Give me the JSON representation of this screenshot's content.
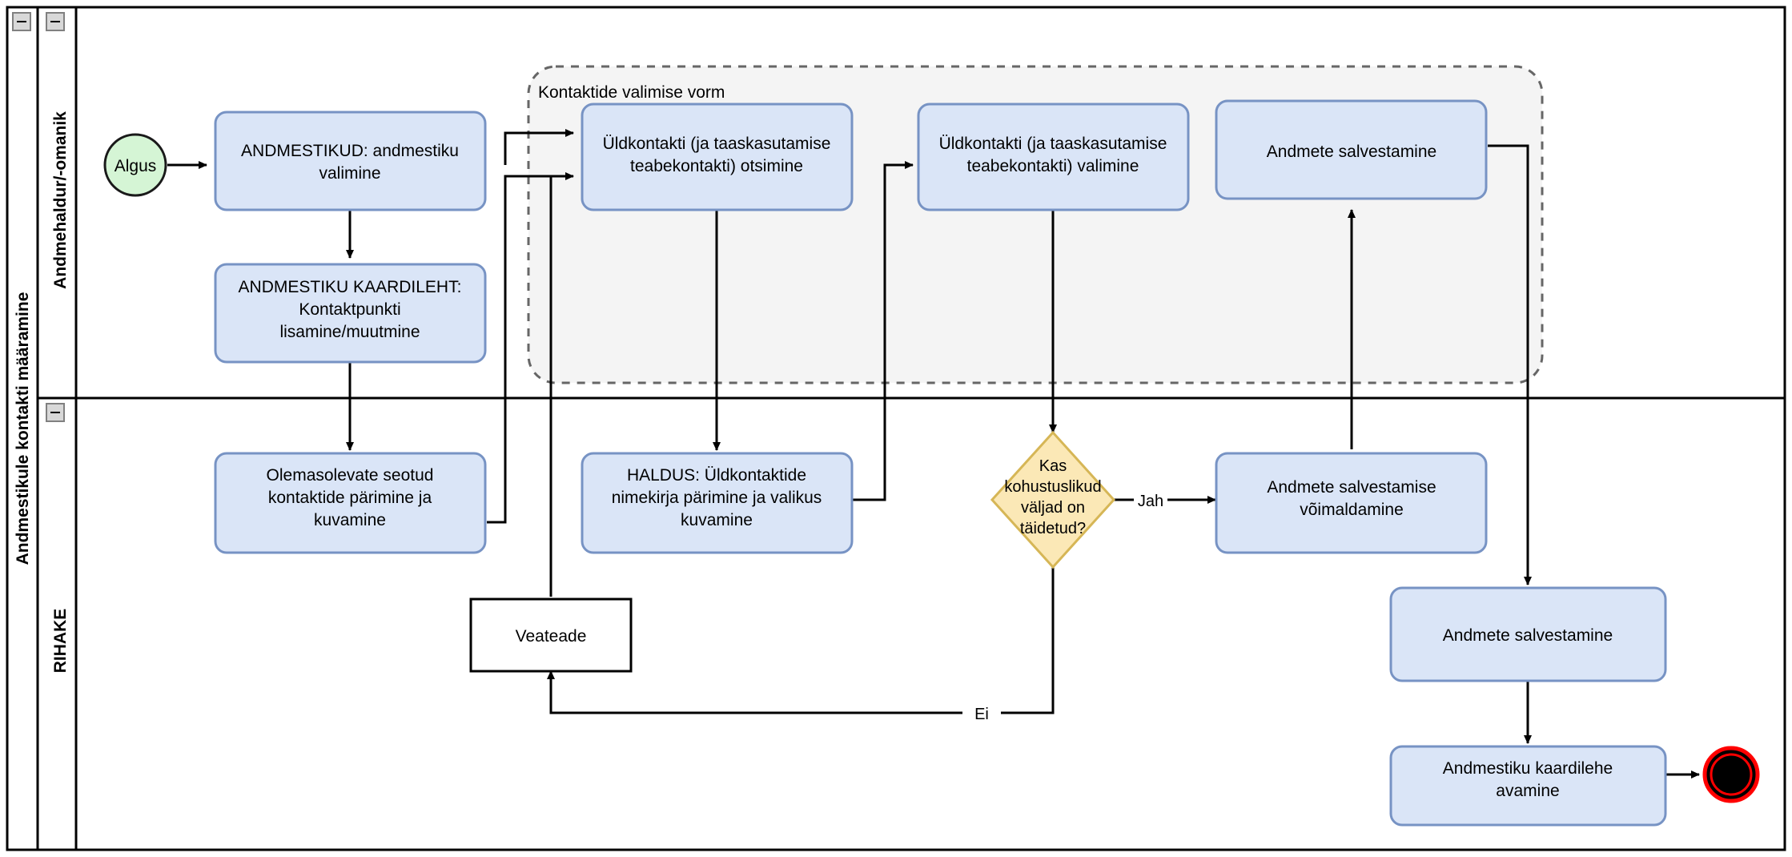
{
  "diagram": {
    "type": "bpmn-swimlane-flowchart",
    "pool_label": "Andmestikule kontakti määramine",
    "lanes": [
      {
        "id": "lane-top",
        "label": "Andmehaldur/-omanik",
        "collapse_icon": "minus-icon"
      },
      {
        "id": "lane-bottom",
        "label": "RIHAKE",
        "collapse_icon": "minus-icon"
      }
    ],
    "pool_collapse_icon": "minus-icon",
    "group": {
      "label": "Kontaktide valimise vorm",
      "style": "dashed-rounded",
      "fill": "#f4f4f4",
      "stroke": "#666666"
    },
    "start_event": {
      "label": "Algus",
      "fill": "#d5f5d5",
      "stroke": "#1a1a1a"
    },
    "end_event": {
      "label": "",
      "fill": "#000000",
      "stroke": "#ff0000"
    },
    "tasks": [
      {
        "id": "t1",
        "lane": "lane-top",
        "lines": [
          "ANDMESTIKUD: andmestiku",
          "valimine"
        ]
      },
      {
        "id": "t2",
        "lane": "lane-top",
        "lines": [
          "ANDMESTIKU KAARDILEHT:",
          "Kontaktpunkti",
          "lisamine/muutmine"
        ]
      },
      {
        "id": "t3",
        "lane": "lane-top",
        "lines": [
          "Üldkontakti (ja taaskasutamise",
          "teabekontakti) otsimine"
        ]
      },
      {
        "id": "t4",
        "lane": "lane-top",
        "lines": [
          "Üldkontakti (ja taaskasutamise",
          "teabekontakti) valimine"
        ]
      },
      {
        "id": "t5",
        "lane": "lane-top",
        "lines": [
          "Andmete salvestamine"
        ]
      },
      {
        "id": "t6",
        "lane": "lane-bottom",
        "lines": [
          "Olemasolevate seotud",
          "kontaktide pärimine ja",
          "kuvamine"
        ]
      },
      {
        "id": "t7",
        "lane": "lane-bottom",
        "lines": [
          "HALDUS: Üldkontaktide",
          "nimekirja pärimine ja valikus",
          "kuvamine"
        ]
      },
      {
        "id": "t8",
        "lane": "lane-bottom",
        "lines": [
          "Andmete salvestamise",
          "võimaldamine"
        ]
      },
      {
        "id": "t9",
        "lane": "lane-bottom",
        "lines": [
          "Andmete salvestamine"
        ]
      },
      {
        "id": "t10",
        "lane": "lane-bottom",
        "lines": [
          "Andmestiku kaardilehe",
          "avamine"
        ]
      }
    ],
    "gateway": {
      "id": "g1",
      "lane": "lane-bottom",
      "lines": [
        "Kas",
        "kohustuslikud",
        "väljad on",
        "täidetud?"
      ],
      "fill": "#fbe8b6",
      "stroke": "#d6b656"
    },
    "artifact": {
      "id": "a1",
      "lane": "lane-bottom",
      "label": "Veateade",
      "style": "plain-rectangle"
    },
    "edge_labels": [
      {
        "id": "e-jah",
        "text": "Jah"
      },
      {
        "id": "e-ei",
        "text": "Ei"
      }
    ],
    "colors": {
      "task_fill": "#dae5f7",
      "task_stroke": "#7793c4",
      "line": "#000000",
      "lane_border": "#000000",
      "collapse_box_fill": "#d8d8d8",
      "collapse_box_stroke": "#808080"
    }
  }
}
